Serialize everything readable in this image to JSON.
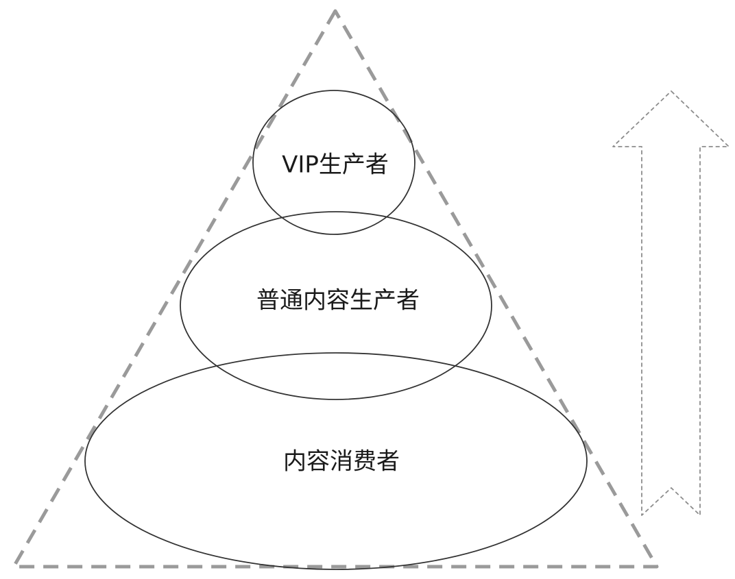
{
  "diagram": {
    "labels": {
      "top": "VIP生产者",
      "middle": "普通内容生产者",
      "bottom": "内容消费者"
    },
    "colors": {
      "triangle_stroke": "#9a9a9a",
      "ellipse_stroke": "#333333",
      "arrow_stroke": "#8c8c8c",
      "text": "#1a1a1a"
    }
  }
}
